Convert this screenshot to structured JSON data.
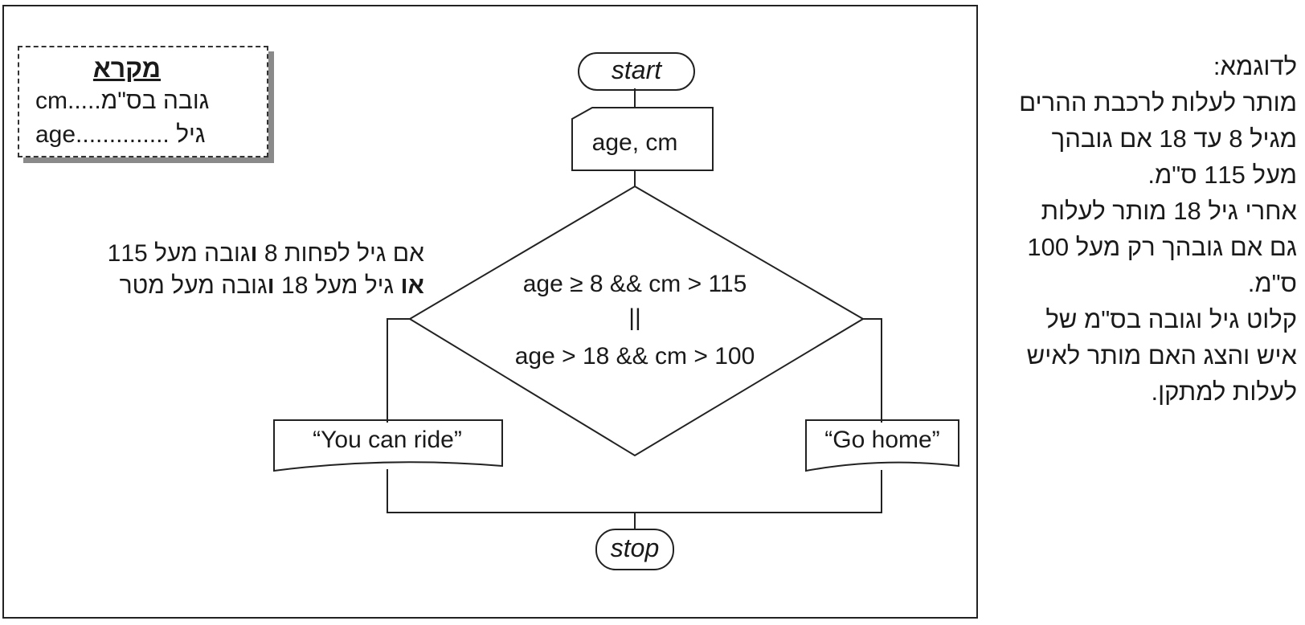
{
  "legend": {
    "title": "מקרא",
    "rows": [
      {
        "text": "cm.....גובה בס\"מ"
      },
      {
        "text": "age.............. גיל"
      }
    ]
  },
  "flowchart": {
    "start": "start",
    "input": "age, cm",
    "condition": [
      "age ≥ 8 && cm > 115",
      "||",
      "age > 18 && cm > 100"
    ],
    "output_yes": "“You can ride”",
    "output_no": "“Go home”",
    "stop": "stop"
  },
  "condition_note": {
    "line1": {
      "pre": "אם גיל לפחות 8 ",
      "bold": "ו",
      "post": "גובה מעל 115"
    },
    "line2": {
      "bold1": "או",
      "mid": " גיל מעל 18 ",
      "bold2": "ו",
      "post": "גובה מעל מטר"
    }
  },
  "example": {
    "lines": [
      "לדוגמא:",
      "מותר לעלות לרכבת ההרים",
      "מגיל 8 עד 18 אם גובהך",
      "מעל 115 ס\"מ.",
      "אחרי גיל 18 מותר לעלות",
      "גם אם גובהך רק מעל 100",
      "ס\"מ.",
      "קלוט גיל וגובה בס\"מ של",
      "איש והצג האם מותר לאיש",
      "לעלות למתקן."
    ]
  },
  "colors": {
    "stroke": "#222222",
    "shadow": "#8a8a8a",
    "text": "#1a1a1a"
  }
}
